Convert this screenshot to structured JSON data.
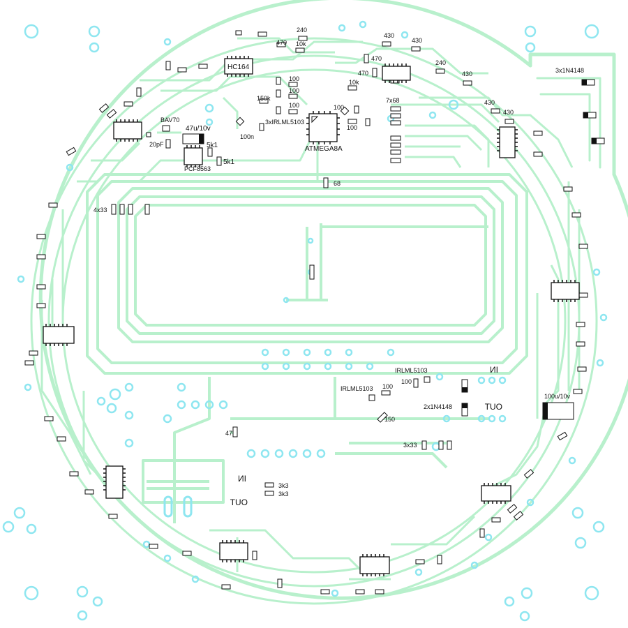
{
  "colors": {
    "trace": "#b8f0cc",
    "pad": "#8ee6f0",
    "ic_body": "#ffffff",
    "ic_outline": "#111111",
    "label": "#111111",
    "diode_band": "#111111",
    "background": "#ffffff"
  },
  "chips": {
    "mcu": "ATMEGA8A",
    "shift": "HC164",
    "rtc": "PCF8563"
  },
  "labels": {
    "r470a": "470",
    "r240a": "240",
    "r10ka": "10k",
    "r430a": "430",
    "r430b": "430",
    "r470b": "470",
    "r470c": "470",
    "r240b": "240",
    "r430c": "430",
    "r430d": "430",
    "r430e": "430",
    "diodes3": "3x1N4148",
    "r10kb": "10k",
    "r100a": "100",
    "r100b": "100",
    "r100c": "100",
    "r100d": "100",
    "r100e": "100",
    "r150k": "150k",
    "cap100n": "100n",
    "mosfets3": "3xIRLML5103",
    "r68x7": "7x68",
    "bav70": "BAV70",
    "cap47u": "47u/10v",
    "cap20p": "20pF",
    "r5k1a": "5k1",
    "r5k1b": "5k1",
    "r68": "68",
    "r33x4": "4x33",
    "irlml_a": "IRLML5103",
    "irlml_b": "IRLML5103",
    "r100f": "100",
    "r100g": "100",
    "diodes2": "2x1N4148",
    "r150": "150",
    "cap100u": "100u/10v",
    "r47": "47",
    "r33x3": "3x33",
    "in_a": "IN",
    "out_a": "OUT",
    "in_b": "IN",
    "out_b": "OUT",
    "r3k3a": "3k3",
    "r3k3b": "3k3"
  }
}
